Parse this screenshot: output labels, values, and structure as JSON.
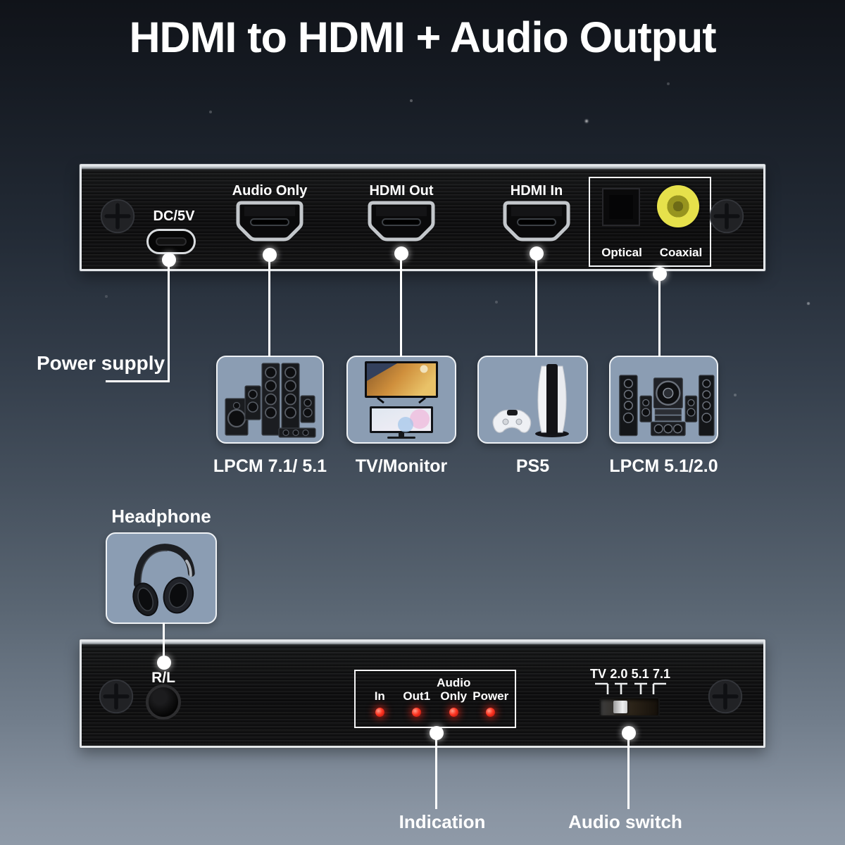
{
  "title": "HDMI to HDMI + Audio Output",
  "front_panel": {
    "dc_label": "DC/5V",
    "audio_only_label": "Audio Only",
    "hdmi_out_label": "HDMI Out",
    "hdmi_in_label": "HDMI In",
    "optical_label": "Optical",
    "coaxial_label": "Coaxial"
  },
  "connections": {
    "power_supply_label": "Power supply",
    "devices": [
      {
        "name": "speakers-7-1",
        "caption": "LPCM 7.1/ 5.1"
      },
      {
        "name": "tv-monitor",
        "caption": "TV/Monitor"
      },
      {
        "name": "ps5",
        "caption": "PS5"
      },
      {
        "name": "speakers-5-1",
        "caption": "LPCM 5.1/2.0"
      }
    ]
  },
  "headphone": {
    "label": "Headphone",
    "port_label": "R/L"
  },
  "back_panel": {
    "indication": {
      "callout": "Indication",
      "leds": [
        {
          "label": "In"
        },
        {
          "label": "Out1"
        },
        {
          "top": "Audio",
          "label": "Only"
        },
        {
          "label": "Power"
        }
      ]
    },
    "audio_switch": {
      "callout": "Audio switch",
      "positions": [
        "TV",
        "2.0",
        "5.1",
        "7.1"
      ],
      "knob_position": "2.0"
    }
  },
  "colors": {
    "background_top": "#101319",
    "background_bottom": "#8f9aa8",
    "panel_body": "#121213",
    "panel_border": "#e4e7ea",
    "device_box_bg": "#8b9db3",
    "device_box_border": "#eff2f5",
    "callout_line": "#ffffff",
    "coaxial_yellow": "#e6e14b",
    "led_red": "#ff3522"
  }
}
